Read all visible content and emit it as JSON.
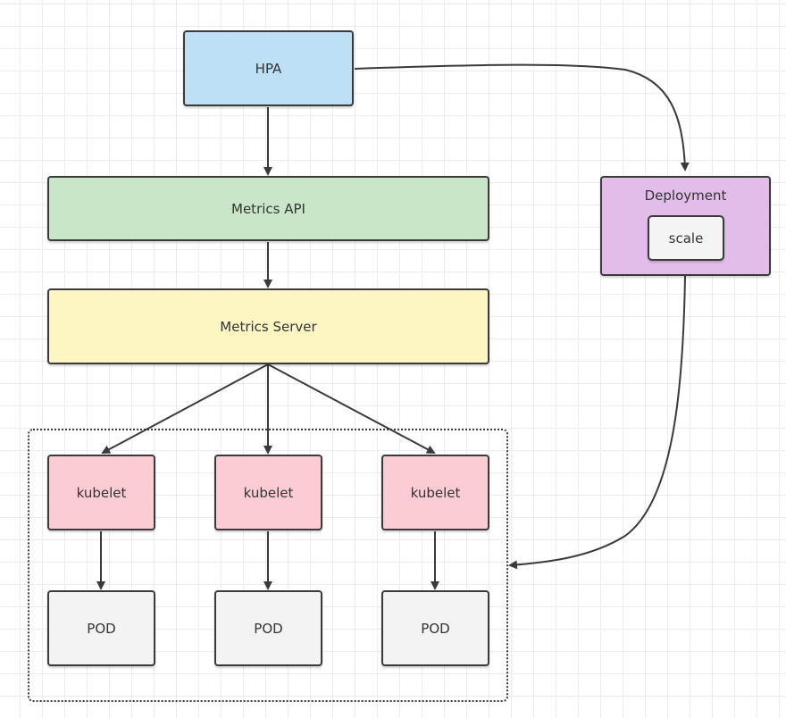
{
  "diagram": {
    "hpa_label": "HPA",
    "metrics_api_label": "Metrics API",
    "metrics_server_label": "Metrics Server",
    "deployment_label": "Deployment",
    "scale_label": "scale",
    "kubelets": [
      "kubelet",
      "kubelet",
      "kubelet"
    ],
    "pods": [
      "POD",
      "POD",
      "POD"
    ]
  },
  "colors": {
    "hpa": "#bde0f7",
    "metrics_api": "#c9e6c9",
    "metrics_server": "#fdf6c3",
    "deployment": "#e2bde9",
    "kubelet": "#fbccd3",
    "pod": "#f3f3f3",
    "stroke": "#3a3a3a"
  }
}
